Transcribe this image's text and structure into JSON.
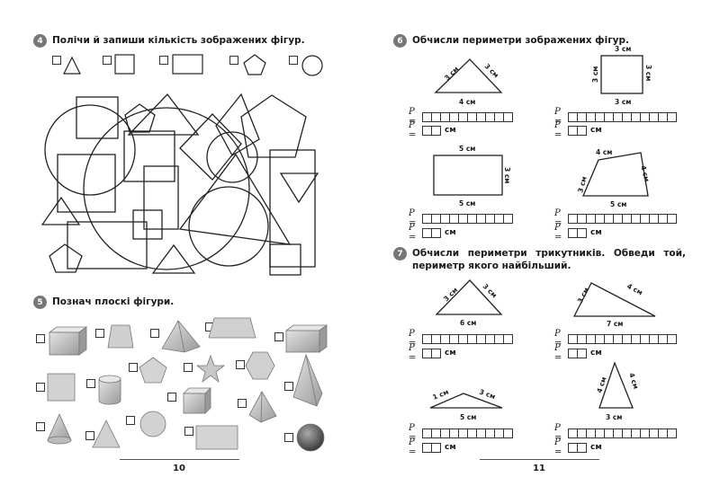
{
  "tasks": {
    "t4": {
      "number": "4",
      "text": "Полічи й запиши кількість зображених фігур."
    },
    "t5": {
      "number": "5",
      "text": "Познач плоскі фігури."
    },
    "t6": {
      "number": "6",
      "text": "Обчисли периметри зображених фігур."
    },
    "t7": {
      "number": "7",
      "text": "Обчисли периметри трикутників. Обведи той, периметр якого найбільший."
    }
  },
  "labels": {
    "p": "P =",
    "unit": "см"
  },
  "pages": {
    "left": "10",
    "right": "11"
  },
  "t6_shapes": {
    "triangle": {
      "left": "3 см",
      "right": "3 см",
      "bottom": "4 см"
    },
    "square": {
      "top": "3 см",
      "left": "3 см",
      "right": "3 см",
      "bottom": "3 см"
    },
    "rectangle": {
      "top": "5 см",
      "right": "3 см",
      "bottom": "5 см"
    },
    "quad": {
      "top": "4 см",
      "left": "3 см",
      "right": "4 см",
      "bottom": "5 см"
    }
  },
  "t7_shapes": {
    "tri1": {
      "left": "3 см",
      "right": "3 см",
      "bottom": "6 см"
    },
    "tri2": {
      "left": "3 см",
      "right": "4 см",
      "bottom": "7 см"
    },
    "tri3": {
      "left": "1 см",
      "right": "3 см",
      "bottom": "5 см"
    },
    "tri4": {
      "left": "4 см",
      "right": "4 см",
      "bottom": "3 см"
    }
  }
}
